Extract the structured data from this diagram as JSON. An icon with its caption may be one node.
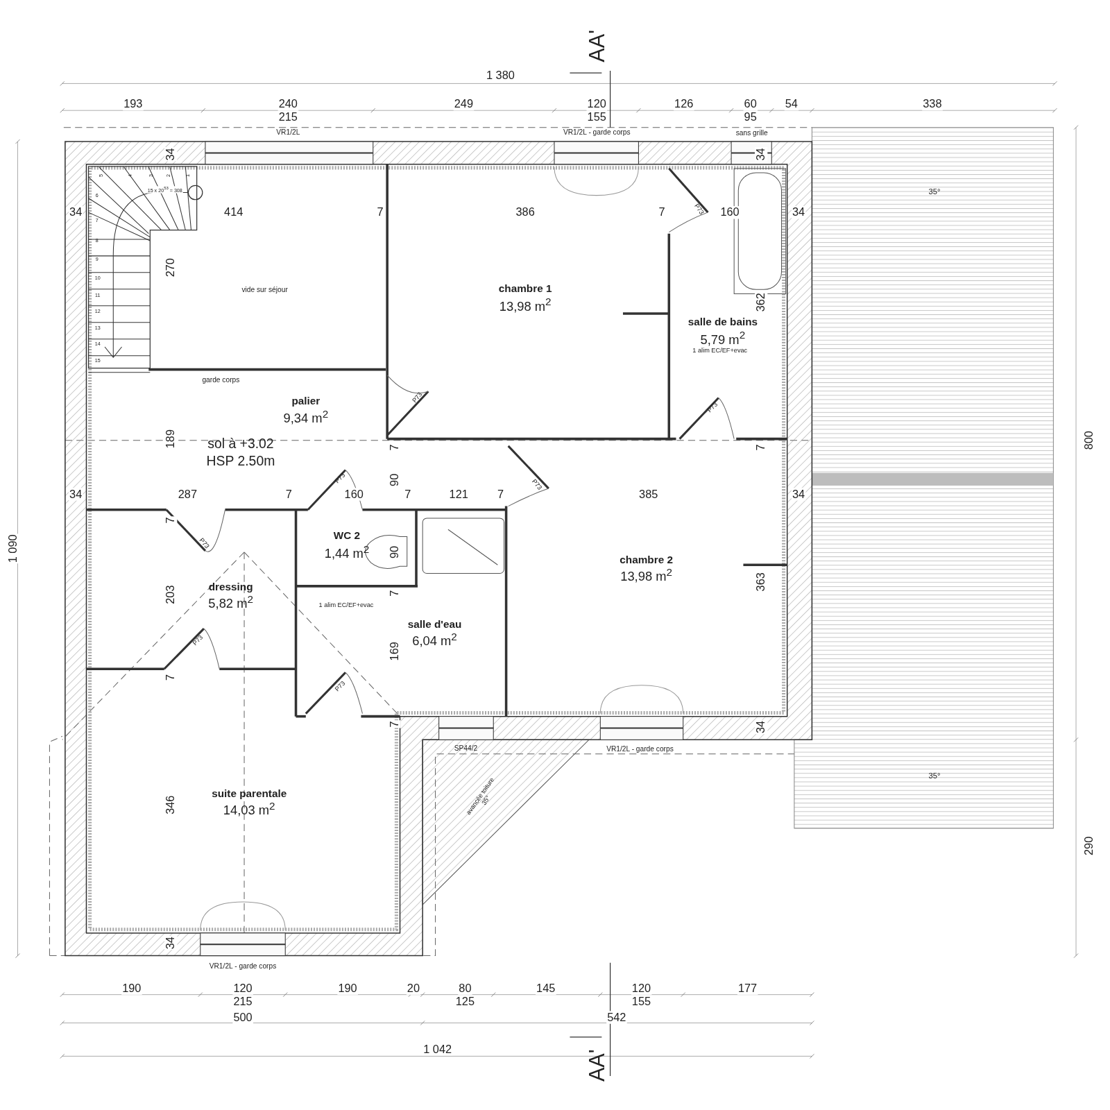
{
  "diagram": {
    "nodes": [
      {
        "text": [
          "vide sur séjour"
        ]
      },
      {
        "text": [
          "chambre 1",
          "13,98 m$^{2}$"
        ]
      },
      {
        "text": [
          "salle de bains",
          "5,79 m$^{2}$",
          "1 alim EC/EF+evac"
        ]
      },
      {
        "text": [
          "palier",
          "9,34 m$^{2}$"
        ]
      },
      {
        "text": [
          "WC 2",
          "1,44 m$^{2}$"
        ]
      },
      {
        "text": [
          "chambre 2",
          "13,98 m$^{2}$"
        ]
      },
      {
        "text": [
          "dressing",
          "5,82 m$^{2}$"
        ]
      },
      {
        "text": [
          "salle d'eau",
          "6,04 m$^{2}$",
          "1 alim EC/EF+evac"
        ]
      },
      {
        "text": [
          "suite parentale",
          "14,03 m$^{2}$"
        ]
      }
    ],
    "labels": [
      "AA'",
      "1 380",
      "193",
      "240",
      "249",
      "120",
      "126",
      "60",
      "54",
      "338",
      "215",
      "155",
      "95",
      "VR1/2L",
      "VR1/2L - garde corps",
      "sans grille",
      "34",
      "34",
      "5",
      "4",
      "3",
      "2",
      "1",
      "15 x 20$^{53}$ = 308",
      "6",
      "35°",
      "7",
      "8",
      "9",
      "10",
      "11",
      "12",
      "13",
      "14",
      "15",
      "34",
      "414",
      "7",
      "386",
      "7",
      "160",
      "34",
      "P73",
      "270",
      "362",
      "garde corps",
      "P73",
      "P73",
      "189",
      "7",
      "7",
      "800",
      "sol à +3.02",
      "HSP 2.50m",
      "P73",
      "90",
      "P73",
      "34",
      "287",
      "7",
      "160",
      "7",
      "121",
      "7",
      "385",
      "34",
      "7",
      "P73",
      "90",
      "1 090",
      "363",
      "7",
      "203",
      "P73",
      "169",
      "7",
      "P73",
      "7",
      "34",
      "SP44/2",
      "VR1/2L - garde corps",
      "35°",
      "avancée toiture 35°",
      "346",
      "290",
      "34",
      "VR1/2L - garde corps",
      "190",
      "120",
      "190",
      "20",
      "80",
      "145",
      "120",
      "177",
      "215",
      "125",
      "155",
      "500",
      "542",
      "1 042",
      "AA'"
    ]
  }
}
